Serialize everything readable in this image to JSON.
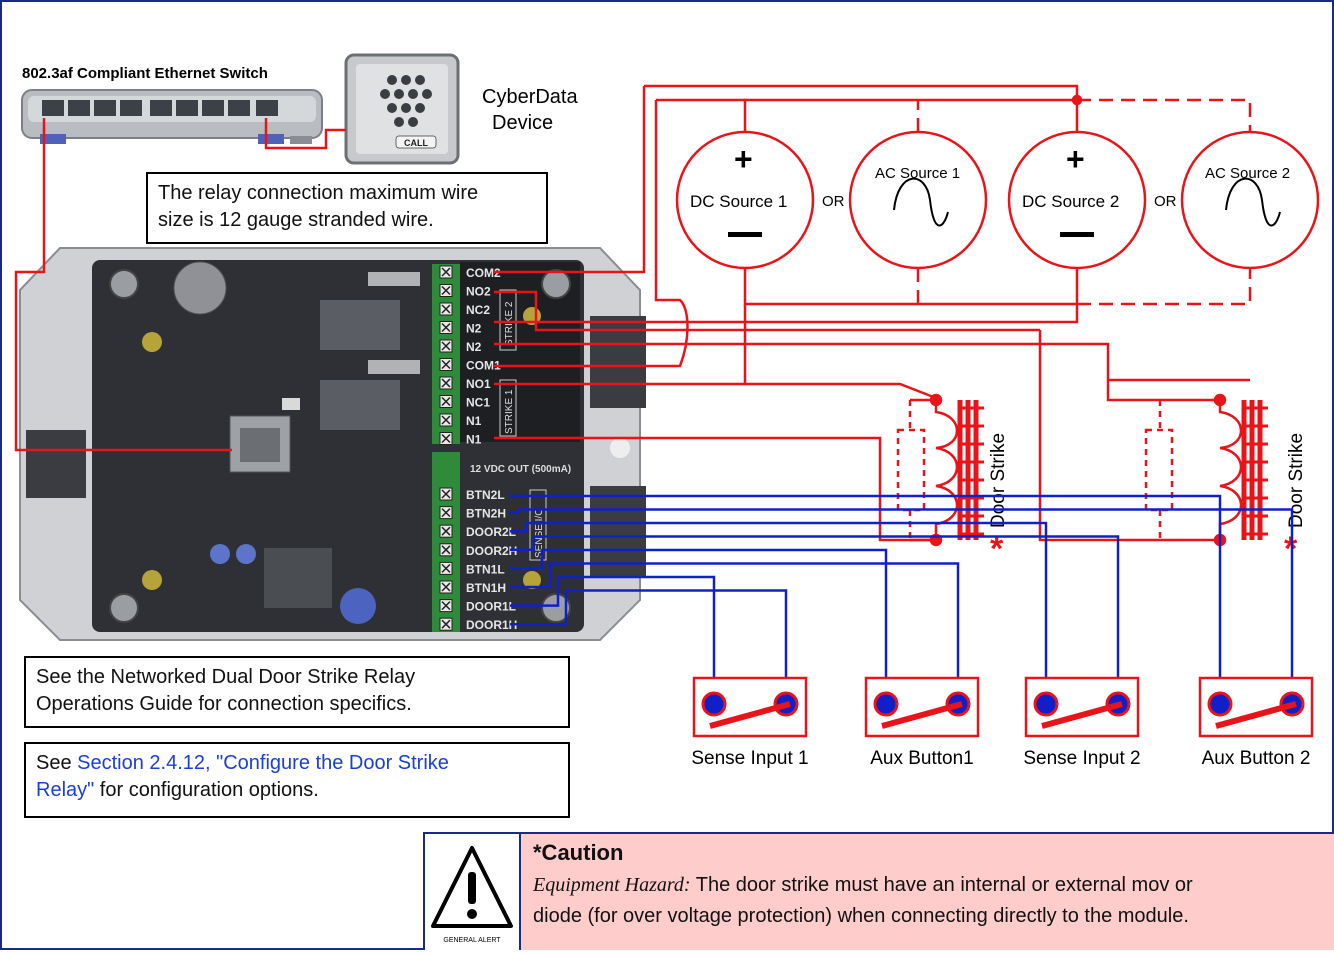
{
  "header": {
    "switch_label": "802.3af Compliant Ethernet Switch",
    "device_label_line1": "CyberData",
    "device_label_line2": "Device",
    "call_label": "CALL"
  },
  "notes": {
    "wire_size": {
      "line1": "The relay connection maximum wire",
      "line2": "size is 12 gauge stranded wire."
    },
    "ops_guide": {
      "line1": "See the Networked Dual Door Strike Relay",
      "line2": "Operations Guide for connection specifics."
    },
    "config": {
      "prefix": "See ",
      "link_line1": "Section 2.4.12, \"Configure the Door Strike",
      "link_line2": "Relay\"",
      "suffix": " for configuration options."
    }
  },
  "sources": {
    "dc1": "DC Source 1",
    "ac1": "AC Source 1",
    "dc2": "DC Source 2",
    "ac2": "AC Source 2",
    "or": "OR",
    "plus": "+"
  },
  "terminals": {
    "relay": [
      "COM2",
      "NO2",
      "NC2",
      "N2",
      "N2",
      "COM1",
      "NO1",
      "NC1",
      "N1",
      "N1"
    ],
    "strike2_label": "STRIKE 2",
    "strike1_label": "STRIKE 1",
    "vdc_label": "12 VDC OUT (500mA)",
    "sense": [
      "BTN2L",
      "BTN2H",
      "DOOR2L",
      "DOOR2H",
      "BTN1L",
      "BTN1H",
      "DOOR1L",
      "DOOR1H"
    ],
    "sense_io_label": "SENSE I/O"
  },
  "door_strike_label": "Door Strike",
  "asterisk": "*",
  "switches": [
    "Sense Input 1",
    "Aux Button1",
    "Sense Input 2",
    "Aux Button 2"
  ],
  "caution": {
    "title": "*Caution",
    "hazard_label": "Equipment Hazard:",
    "text_line1": " The door strike must have an internal or external mov or",
    "text_line2": "diode (for over voltage protection) when connecting directly to the module.",
    "icon_caption": "GENERAL ALERT"
  },
  "colors": {
    "red_wire": "#e8141a",
    "blue_wire": "#1020c8",
    "caution_bg": "#ffcccc",
    "frame": "#1a2a8a",
    "link": "#1a3fd6"
  }
}
